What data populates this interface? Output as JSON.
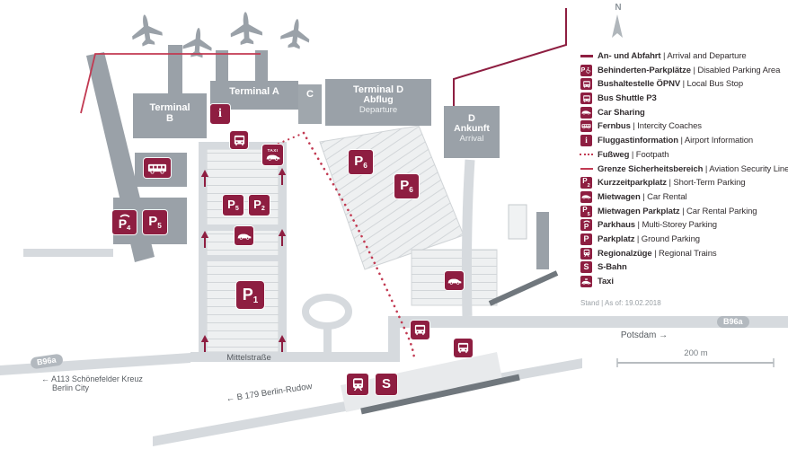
{
  "map": {
    "terminals": {
      "a": "Terminal A",
      "b1": "Terminal",
      "b2": "B",
      "c": "C",
      "d1": "Terminal D",
      "d2": "Abflug",
      "d3": "Departure",
      "e1": "D",
      "e2": "Ankunft",
      "e3": "Arrival"
    },
    "badges": {
      "p4": {
        "p": "P",
        "n": "4"
      },
      "p5_garage": {
        "p": "P",
        "n": "5"
      },
      "p5_mid": {
        "p": "P",
        "n": "5"
      },
      "p2": {
        "p": "P",
        "n": "2"
      },
      "p1": {
        "p": "P",
        "n": "1"
      },
      "p6_a": {
        "p": "P",
        "n": "6"
      },
      "p6_b": {
        "p": "P",
        "n": "6"
      }
    },
    "roads": {
      "b96a_left": "B96a",
      "b96a_right": "B96a",
      "mittelstrasse": "Mittelstraße",
      "b179": "← B 179 Berlin-Rudow",
      "a113_1": "← A113 Schönefelder Kreuz",
      "a113_2": "Berlin City",
      "potsdam": "Potsdam →"
    },
    "north": "N",
    "scale": "200 m"
  },
  "icons": {
    "info": "i",
    "sbahn": "S",
    "taxi_word": "TAXI"
  },
  "legend": {
    "items": [
      {
        "de": "An- und Abfahrt",
        "sep": " | ",
        "en": "Arrival and Departure"
      },
      {
        "de": "Behinderten-Parkplätze",
        "sep": " | ",
        "en": "Disabled Parking Area",
        "icon_letter": "P"
      },
      {
        "de": "Bushaltestelle ÖPNV",
        "sep": " | ",
        "en": "Local Bus Stop"
      },
      {
        "de": "Bus Shuttle P3",
        "sep": "",
        "en": ""
      },
      {
        "de": "Car Sharing",
        "sep": "",
        "en": ""
      },
      {
        "de": "Fernbus",
        "sep": " | ",
        "en": "Intercity Coaches"
      },
      {
        "de": "Fluggastinformation",
        "sep": " | ",
        "en": "Airport Information",
        "icon_letter": "i"
      },
      {
        "de": "Fußweg",
        "sep": " | ",
        "en": "Footpath"
      },
      {
        "de": "Grenze Sicherheitsbereich",
        "sep": " | ",
        "en": "Aviation Security Line"
      },
      {
        "de": "Kurzzeitparkplatz",
        "sep": " | ",
        "en": "Short-Term Parking",
        "icon_letter": "P",
        "icon_sub": "2"
      },
      {
        "de": "Mietwagen",
        "sep": " | ",
        "en": "Car Rental"
      },
      {
        "de": "Mietwagen Parkplatz",
        "sep": " | ",
        "en": "Car Rental Parking",
        "icon_letter": "P",
        "icon_sub": "5"
      },
      {
        "de": "Parkhaus",
        "sep": " | ",
        "en": "Multi-Storey Parking",
        "icon_letter": "P"
      },
      {
        "de": "Parkplatz",
        "sep": " | ",
        "en": "Ground Parking",
        "icon_letter": "P"
      },
      {
        "de": "Regionalzüge",
        "sep": " | ",
        "en": "Regional Trains"
      },
      {
        "de": "S-Bahn",
        "sep": "",
        "en": "",
        "icon_letter": "S"
      },
      {
        "de": "Taxi",
        "sep": "",
        "en": ""
      }
    ],
    "stand": "Stand | As of: 19.02.2018"
  },
  "colors": {
    "accent": "#8e1e41",
    "security_red": "#c23a52",
    "building_gray": "#9aa1a8",
    "road_gray": "#d6dade"
  }
}
